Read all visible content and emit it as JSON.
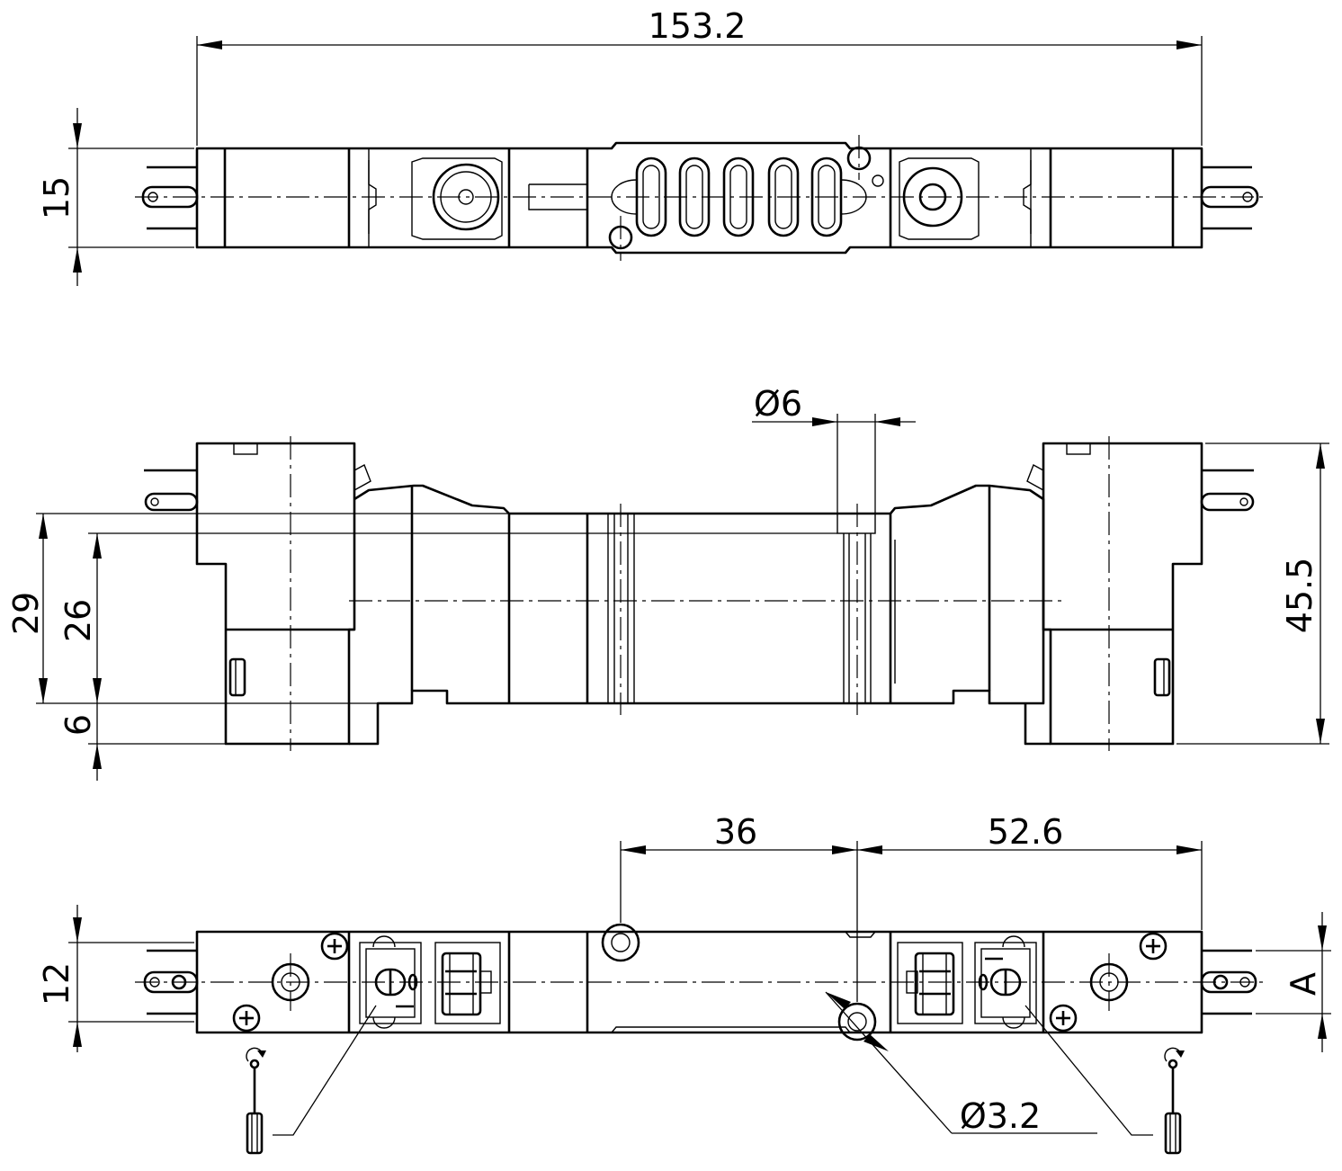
{
  "dimensions": {
    "overall_length": "153.2",
    "top_height": "15",
    "port_diameter": "Ø6",
    "total_height": "45.5",
    "height_29": "29",
    "height_26": "26",
    "base_6": "6",
    "spacing_36": "36",
    "spacing_52_6": "52.6",
    "bottom_height_12": "12",
    "label_a": "A",
    "hole_diameter": "Ø3.2"
  }
}
